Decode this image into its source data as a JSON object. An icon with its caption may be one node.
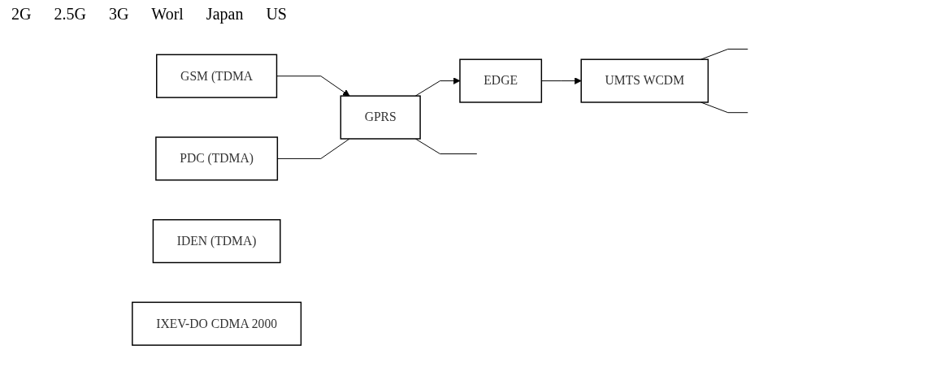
{
  "diagram": {
    "nodes": [
      {
        "text": [
          "GSM (TDMA"
        ]
      },
      {
        "text": [
          "GPRS"
        ]
      },
      {
        "text": [
          "EDGE"
        ]
      },
      {
        "text": [
          "PDC (TDMA)"
        ]
      },
      {
        "text": [
          "UMTS WCDM"
        ]
      },
      {
        "text": [
          "IDEN (TDMA)"
        ]
      },
      {
        "text": [
          "IXEV-DO CDMA 2000"
        ]
      }
    ],
    "edges": [
      {
        "from": 0,
        "to": 1,
        "arrow": "to"
      },
      {
        "from": 1,
        "to": 2,
        "arrow": "to"
      },
      {
        "from": 2,
        "to": 4,
        "arrow": "to"
      },
      {
        "from": 3,
        "to": 1,
        "arrow": "none"
      },
      {
        "from": 1,
        "to": null,
        "arrow": "none"
      },
      {
        "from": 4,
        "to": null,
        "arrow": "none"
      },
      {
        "from": 4,
        "to": null,
        "arrow": "none"
      }
    ],
    "labels": [
      "2G",
      "2.5G",
      "3G",
      "Worl",
      "Japan",
      "US"
    ]
  }
}
